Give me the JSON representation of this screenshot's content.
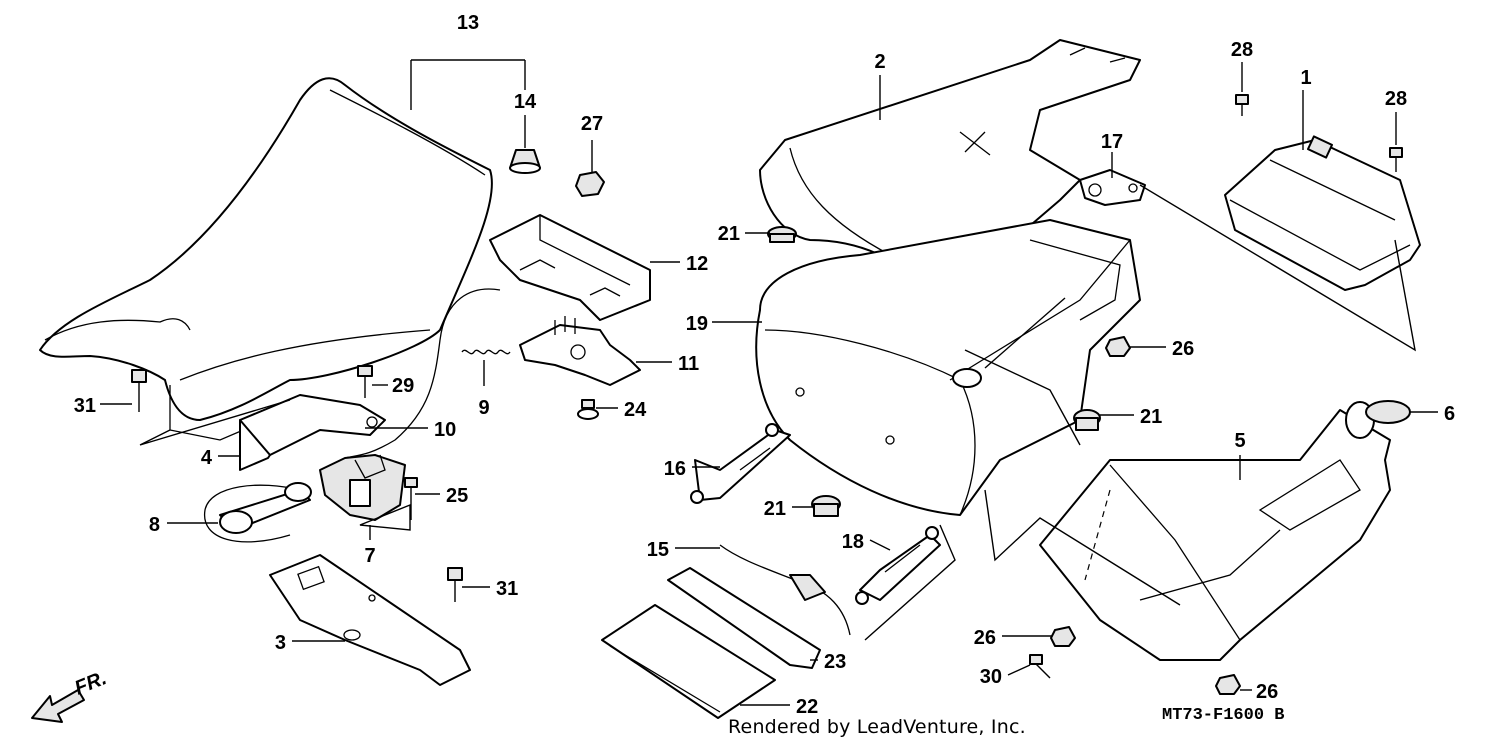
{
  "diagram": {
    "direction_label": "FR.",
    "drawing_code": "MT73-F1600 B",
    "credit": "Rendered by LeadVenture, Inc.",
    "callouts": {
      "c1": "1",
      "c2": "2",
      "c3": "3",
      "c4": "4",
      "c5": "5",
      "c6": "6",
      "c7": "7",
      "c8": "8",
      "c9": "9",
      "c10": "10",
      "c11": "11",
      "c12": "12",
      "c13": "13",
      "c14": "14",
      "c15": "15",
      "c16": "16",
      "c17": "17",
      "c18": "18",
      "c19": "19",
      "c21a": "21",
      "c21b": "21",
      "c21c": "21",
      "c22": "22",
      "c23": "23",
      "c24": "24",
      "c25": "25",
      "c26a": "26",
      "c26b": "26",
      "c26c": "26",
      "c27": "27",
      "c28a": "28",
      "c28b": "28",
      "c29": "29",
      "c30": "30",
      "c31a": "31",
      "c31b": "31"
    }
  }
}
